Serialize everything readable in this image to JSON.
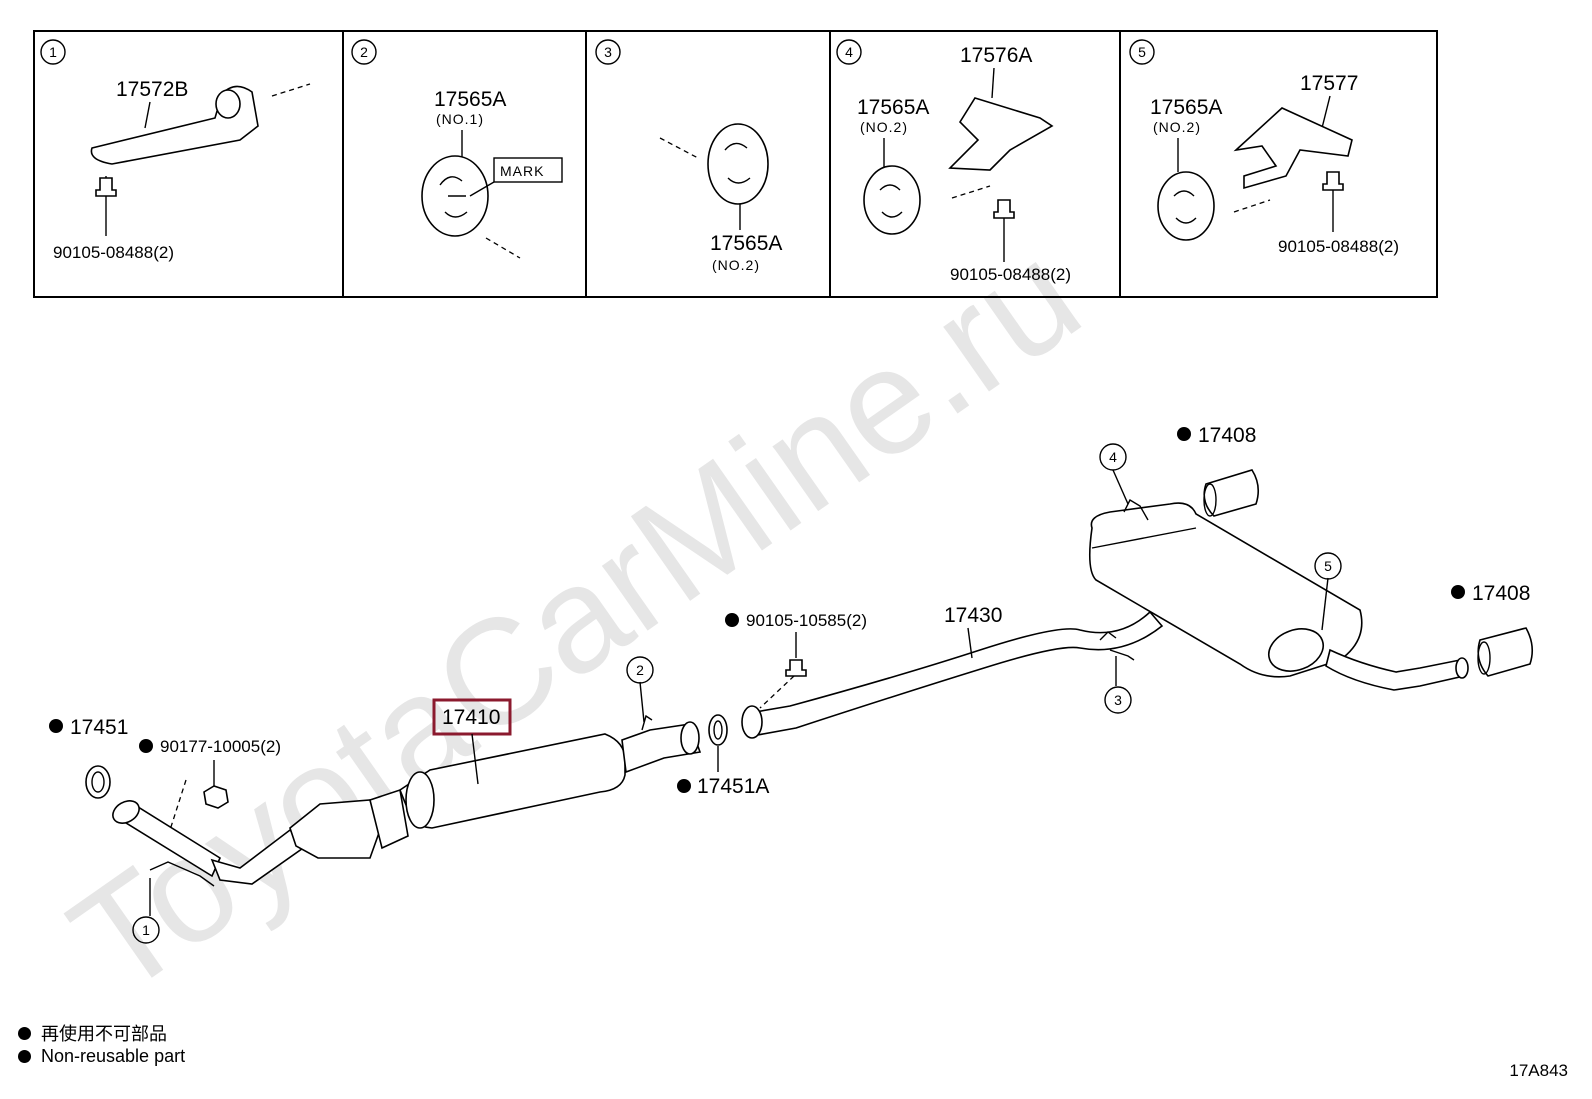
{
  "watermark": "ToyotaCarMine.ru",
  "insets": [
    {
      "num": "1",
      "labels": [
        "17572B",
        "90105-08488(2)"
      ]
    },
    {
      "num": "2",
      "labels": [
        "17565A",
        "(NO.1)",
        "MARK"
      ]
    },
    {
      "num": "3",
      "labels": [
        "17565A",
        "(NO.2)"
      ]
    },
    {
      "num": "4",
      "labels": [
        "17576A",
        "17565A",
        "(NO.2)",
        "90105-08488(2)"
      ]
    },
    {
      "num": "5",
      "labels": [
        "17577",
        "17565A",
        "(NO.2)",
        "90105-08488(2)"
      ]
    }
  ],
  "callouts": {
    "c1": "1",
    "c2": "2",
    "c3": "3",
    "c4": "4",
    "c5": "5"
  },
  "parts": {
    "p17451": "17451",
    "p90177": "90177-10005(2)",
    "p17410": "17410",
    "p17451A": "17451A",
    "p90105b": "90105-10585(2)",
    "p17430": "17430",
    "p17408a": "17408",
    "p17408b": "17408"
  },
  "legend": {
    "line1": "再使用不可部品",
    "line2": "Non-reusable part"
  },
  "diagram_code": "17A843",
  "colors": {
    "highlight": "#8b1a2e",
    "watermark": "#e6e6e6"
  }
}
